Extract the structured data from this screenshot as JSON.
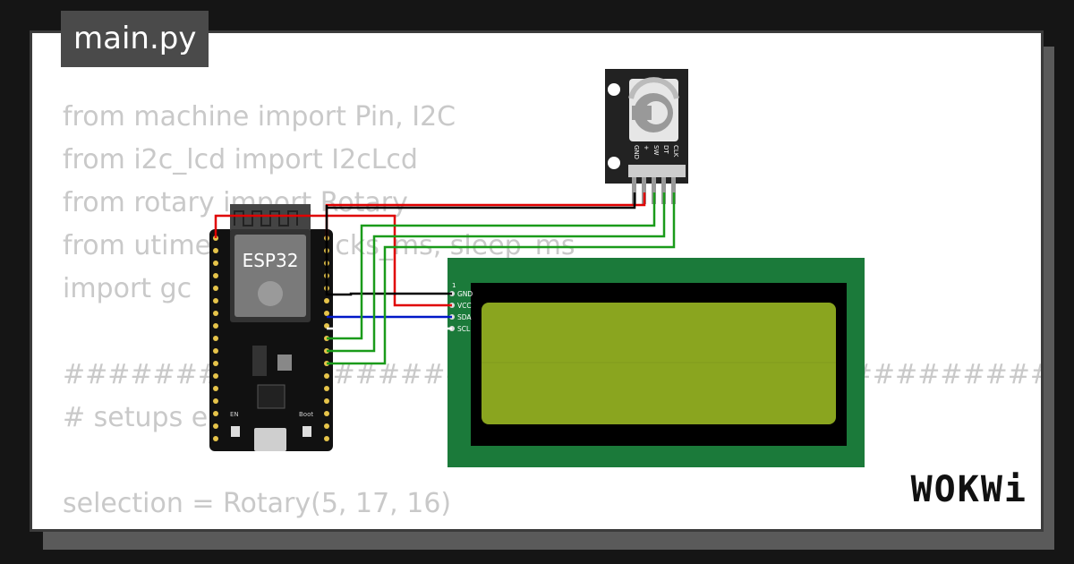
{
  "tab": {
    "title": "main.py"
  },
  "code_lines": [
    "from machine import Pin, I2C",
    "from i2c_lcd import I2cLcd",
    "from rotary import Rotary",
    "from utime import ticks_ms, sleep_ms",
    "import gc",
    "",
    "##############################################################",
    "# setups e",
    "",
    "selection = Rotary(5, 17, 16)"
  ],
  "esp32": {
    "label": "ESP32",
    "en_label": "EN",
    "boot_label": "Boot"
  },
  "encoder": {
    "pins": [
      "CLK",
      "DT",
      "SW",
      "+",
      "GND"
    ]
  },
  "lcd": {
    "pin1_label": "1",
    "pins": [
      "GND",
      "VCC",
      "SDA",
      "SCL"
    ]
  },
  "brand": {
    "logo": "WOKWi"
  },
  "colors": {
    "wire_red": "#e00000",
    "wire_black": "#000000",
    "wire_blue": "#0018c8",
    "wire_green": "#1a9b1a",
    "lcd_board": "#1b7a3a",
    "lcd_screen": "#8aa51f"
  }
}
